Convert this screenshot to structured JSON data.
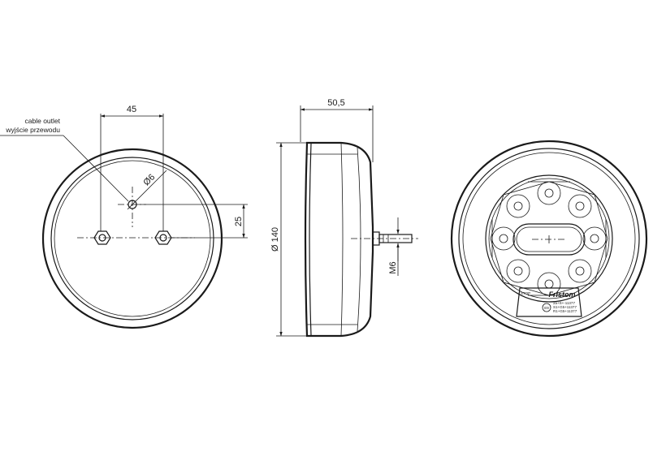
{
  "front_view": {
    "dim_width": "45",
    "dim_offset": "25",
    "dim_hole": "Ø6",
    "cable_note_en": "cable outlet",
    "cable_note_pl": "wyjście przewodu"
  },
  "side_view": {
    "dim_depth": "50,5",
    "dim_diameter": "Ø 140",
    "dim_thread": "M6"
  },
  "lamp_view": {
    "brand": "Fristom",
    "label_stop": "STOP",
    "approval_mark": "E9",
    "approval_lines": [
      "2a+S+-11377",
      "S1+G5+11377",
      "R1+G5+11377"
    ]
  }
}
